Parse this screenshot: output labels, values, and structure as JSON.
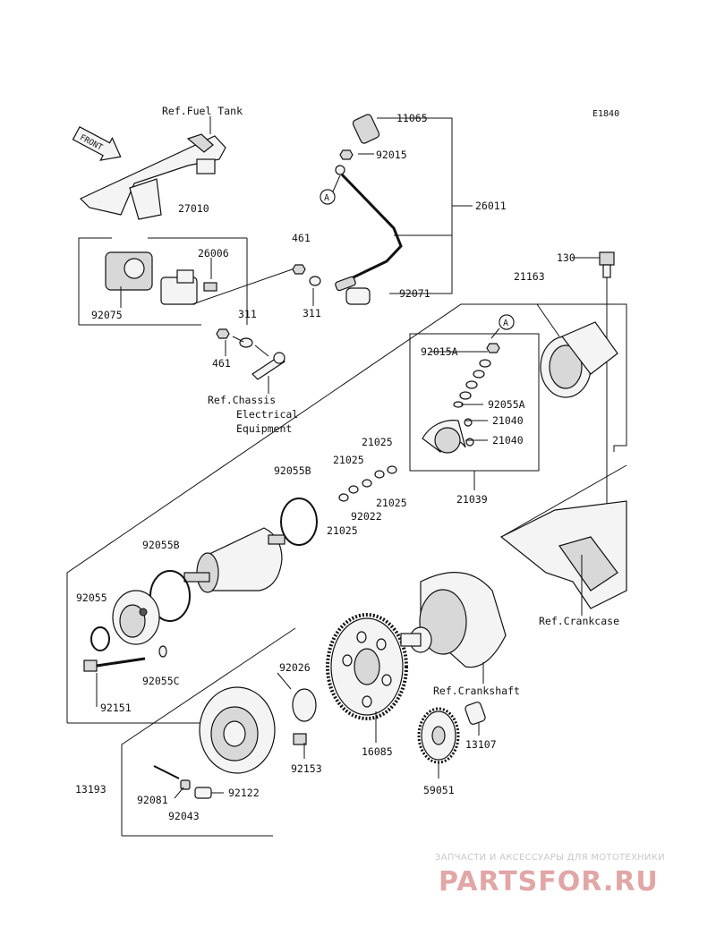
{
  "diagram_code": "E1840",
  "front_arrow_label": "FRONT",
  "references": {
    "fuel_tank": "Ref.Fuel Tank",
    "chassis_line1": "Ref.Chassis",
    "chassis_line2": "Electrical",
    "chassis_line3": "Equipment",
    "crankcase": "Ref.Crankcase",
    "crankshaft": "Ref.Crankshaft"
  },
  "callout_markers": [
    "A",
    "A"
  ],
  "parts": {
    "p11065": "11065",
    "p92015": "92015",
    "p26011": "26011",
    "p92071": "92071",
    "p27010": "27010",
    "p26006": "26006",
    "p92075": "92075",
    "p461_a": "461",
    "p311_a": "311",
    "p311_b": "311",
    "p461_b": "461",
    "p130": "130",
    "p21163": "21163",
    "p92015A": "92015A",
    "p92055A": "92055A",
    "p21040_a": "21040",
    "p21040_b": "21040",
    "p21039": "21039",
    "p21025_a": "21025",
    "p21025_b": "21025",
    "p21025_c": "21025",
    "p21025_d": "21025",
    "p92022": "92022",
    "p92055B_a": "92055B",
    "p92055B_b": "92055B",
    "p92055": "92055",
    "p92055C": "92055C",
    "p92151": "92151",
    "p92026": "92026",
    "p92153": "92153",
    "p13193": "13193",
    "p92081": "92081",
    "p92043": "92043",
    "p92122": "92122",
    "p16085": "16085",
    "p59051": "59051",
    "p13107": "13107"
  },
  "watermark": {
    "top_text": "ЗАПЧАСТИ И АКСЕССУАРЫ ДЛЯ МОТОТЕХНИКИ",
    "logo_text": "PARTSFOR.RU",
    "color": "#d25050"
  }
}
